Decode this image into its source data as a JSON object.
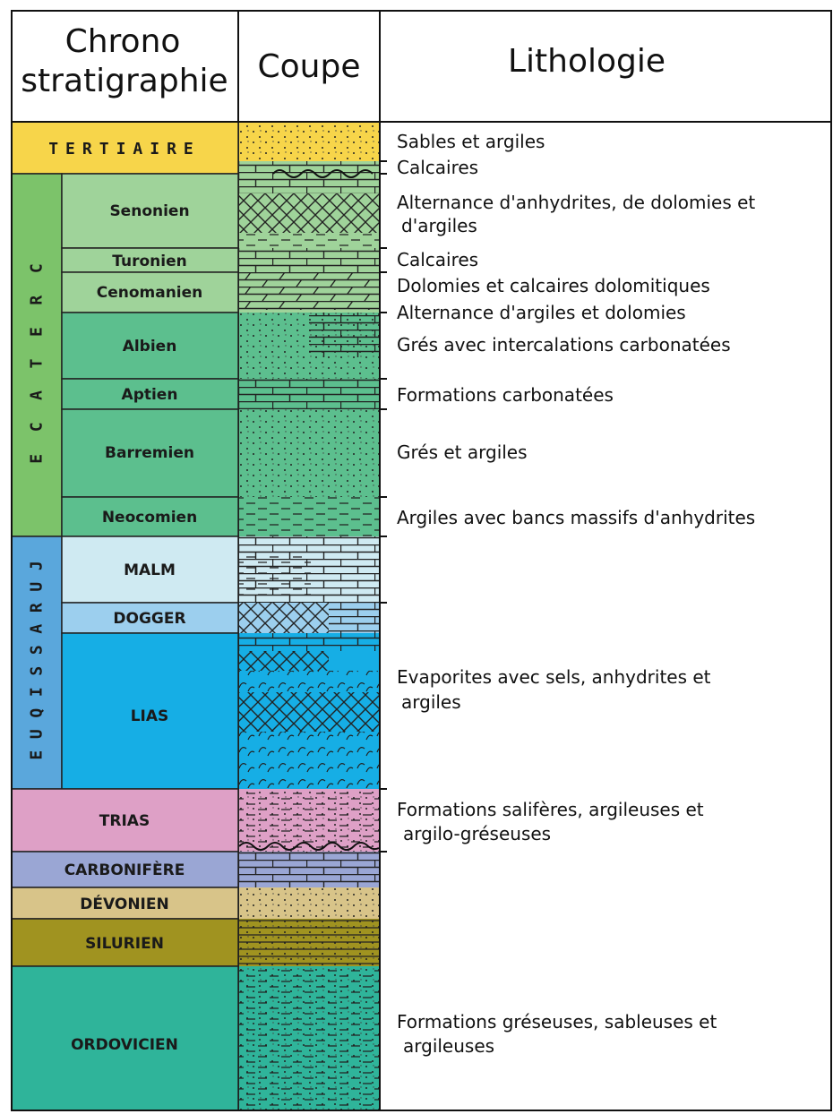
{
  "header": {
    "chrono_line1": "Chrono",
    "chrono_line2": "stratigraphie",
    "coupe": "Coupe",
    "lithologie": "Lithologie"
  },
  "eras": [
    {
      "id": "tertiaire",
      "label": "TERTIAIRE",
      "color": "#f7d54a"
    },
    {
      "id": "cretace",
      "label": "CRETACE",
      "color": "#7cc36a"
    },
    {
      "id": "jurassique",
      "label": "JURASSIQUE",
      "color": "#5aa7dc"
    }
  ],
  "stages": [
    {
      "id": "senonien",
      "label": "Senonien",
      "color": "#9fd39a"
    },
    {
      "id": "turonien",
      "label": "Turonien",
      "color": "#9fd39a"
    },
    {
      "id": "cenomanien",
      "label": "Cenomanien",
      "color": "#9fd39a"
    },
    {
      "id": "albien",
      "label": "Albien",
      "color": "#5cbf8e"
    },
    {
      "id": "aptien",
      "label": "Aptien",
      "color": "#5cbf8e"
    },
    {
      "id": "barremien",
      "label": "Barremien",
      "color": "#5cbf8e"
    },
    {
      "id": "neocomien",
      "label": "Neocomien",
      "color": "#5cbf8e"
    },
    {
      "id": "malm",
      "label": "MALM",
      "color": "#cfeaf2"
    },
    {
      "id": "dogger",
      "label": "DOGGER",
      "color": "#9ccfee"
    },
    {
      "id": "lias",
      "label": "LIAS",
      "color": "#16aee5"
    },
    {
      "id": "trias",
      "label": "TRIAS",
      "color": "#dea0c6"
    },
    {
      "id": "carbonifere",
      "label": "CARBONIFÈRE",
      "color": "#9aa6d4"
    },
    {
      "id": "devonien",
      "label": "DÉVONIEN",
      "color": "#d8c489"
    },
    {
      "id": "silurien",
      "label": "SILURIEN",
      "color": "#a09320"
    },
    {
      "id": "ordovicien",
      "label": "ORDOVICIEN",
      "color": "#2fb49a"
    }
  ],
  "lithology": [
    {
      "id": "sables",
      "lines": [
        "Sables et argiles"
      ]
    },
    {
      "id": "calcaires-1",
      "lines": [
        "Calcaires"
      ]
    },
    {
      "id": "alternance-anhydrites",
      "lines": [
        "Alternance d'anhydrites, de dolomies et",
        "d'argiles"
      ]
    },
    {
      "id": "calcaires-2",
      "lines": [
        "Calcaires"
      ]
    },
    {
      "id": "dolomies",
      "lines": [
        "Dolomies et calcaires dolomitiques"
      ]
    },
    {
      "id": "alternance-argiles",
      "lines": [
        "Alternance d'argiles et dolomies"
      ]
    },
    {
      "id": "gres-carbonatees",
      "lines": [
        "Grés avec intercalations carbonatées"
      ]
    },
    {
      "id": "formations-carbonatees",
      "lines": [
        "Formations carbonatées"
      ]
    },
    {
      "id": "gres-argiles",
      "lines": [
        "Grés et argiles"
      ]
    },
    {
      "id": "argiles-anhydrites",
      "lines": [
        "Argiles avec bancs massifs d'anhydrites"
      ]
    },
    {
      "id": "evaporites",
      "lines": [
        "Evaporites avec sels, anhydrites et",
        "argiles"
      ]
    },
    {
      "id": "formations-saliferes",
      "lines": [
        "Formations salifères, argileuses et",
        "argilo-gréseuses"
      ]
    },
    {
      "id": "formations-greseuses",
      "lines": [
        "Formations gréseuses, sableuses et",
        "argileuses"
      ]
    }
  ],
  "icons": {
    "sand": "sand-pattern-icon",
    "limestone": "limestone-brick-pattern-icon",
    "anhydrite": "anhydrite-crosshatch-pattern-icon",
    "dolomite": "dolomite-slash-pattern-icon",
    "clay": "clay-dash-pattern-icon",
    "salt": "salt-evaporite-pattern-icon"
  }
}
